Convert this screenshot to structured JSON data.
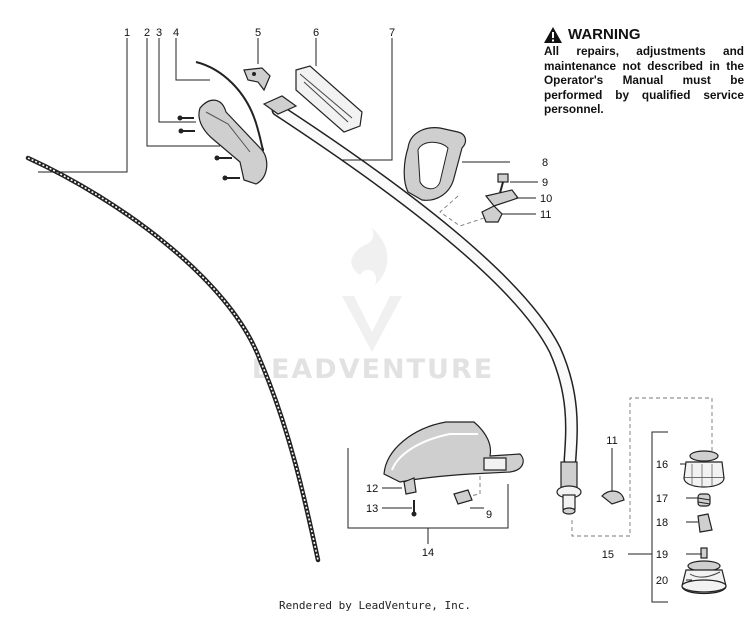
{
  "warning": {
    "title": "WARNING",
    "text": "All repairs, adjustments and maintenance not described in the Operator's Manual must be performed by qualified service personnel."
  },
  "watermark": "LEADVENTURE",
  "footer": "Rendered by LeadVenture, Inc.",
  "callouts": [
    "1",
    "2",
    "3",
    "4",
    "5",
    "6",
    "7",
    "8",
    "9",
    "10",
    "11",
    "12",
    "13",
    "9",
    "14",
    "11",
    "15",
    "16",
    "17",
    "18",
    "19",
    "20"
  ]
}
